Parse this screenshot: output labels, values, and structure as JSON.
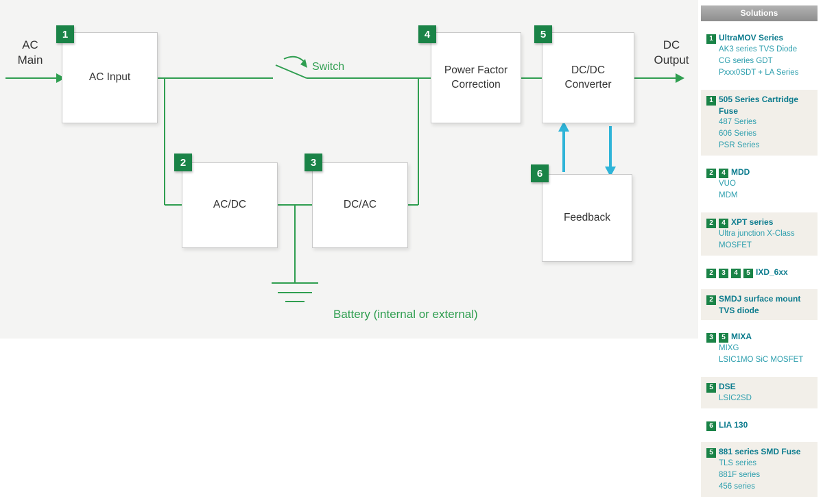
{
  "colors": {
    "accent_green": "#1a8347",
    "wire_green": "#2f9e50",
    "title_teal": "#0d7c8e",
    "sub_teal": "#2e9fae",
    "cyan_arrow": "#2fb4d8",
    "panel_bg": "#f4f4f3",
    "shaded_item_bg": "#f2efe9"
  },
  "diagram": {
    "labels": {
      "ac_main": "AC Main",
      "switch": "Switch",
      "dc_output": "DC Output",
      "battery": "Battery (internal or external)"
    },
    "boxes": [
      {
        "num": "1",
        "label": "AC Input"
      },
      {
        "num": "2",
        "label": "AC/DC"
      },
      {
        "num": "3",
        "label": "DC/AC"
      },
      {
        "num": "4",
        "label": "Power Factor Correction"
      },
      {
        "num": "5",
        "label": "DC/DC Converter"
      },
      {
        "num": "6",
        "label": "Feedback"
      }
    ]
  },
  "sidebar": {
    "title": "Solutions",
    "items": [
      {
        "badges": [
          "1"
        ],
        "title": "UltraMOV Series",
        "subs": [
          "AK3 series TVS Diode",
          "CG series GDT",
          "Pxxx0SDT + LA Series"
        ],
        "shaded": false
      },
      {
        "badges": [
          "1"
        ],
        "title": "505 Series Cartridge Fuse",
        "subs": [
          "487 Series",
          "606 Series",
          "PSR Series"
        ],
        "shaded": true
      },
      {
        "badges": [
          "2",
          "4"
        ],
        "title": "MDD",
        "subs": [
          "VUO",
          "MDM"
        ],
        "shaded": false
      },
      {
        "badges": [
          "2",
          "4"
        ],
        "title": "XPT series",
        "subs": [
          "Ultra junction X-Class MOSFET"
        ],
        "shaded": true
      },
      {
        "badges": [
          "2",
          "3",
          "4",
          "5"
        ],
        "title": "IXD_6xx",
        "subs": [],
        "shaded": false
      },
      {
        "badges": [
          "2"
        ],
        "title": "SMDJ surface mount TVS diode",
        "subs": [],
        "shaded": true
      },
      {
        "badges": [
          "3",
          "5"
        ],
        "title": "MIXA",
        "subs": [
          "MIXG",
          "LSIC1MO SiC MOSFET"
        ],
        "shaded": false
      },
      {
        "badges": [
          "5"
        ],
        "title": "DSE",
        "subs": [
          "LSIC2SD"
        ],
        "shaded": true
      },
      {
        "badges": [
          "6"
        ],
        "title": "LIA 130",
        "subs": [],
        "shaded": false
      },
      {
        "badges": [
          "5"
        ],
        "title": "881 series SMD Fuse",
        "subs": [
          "TLS series",
          "881F series",
          "456 series"
        ],
        "shaded": true
      }
    ]
  }
}
